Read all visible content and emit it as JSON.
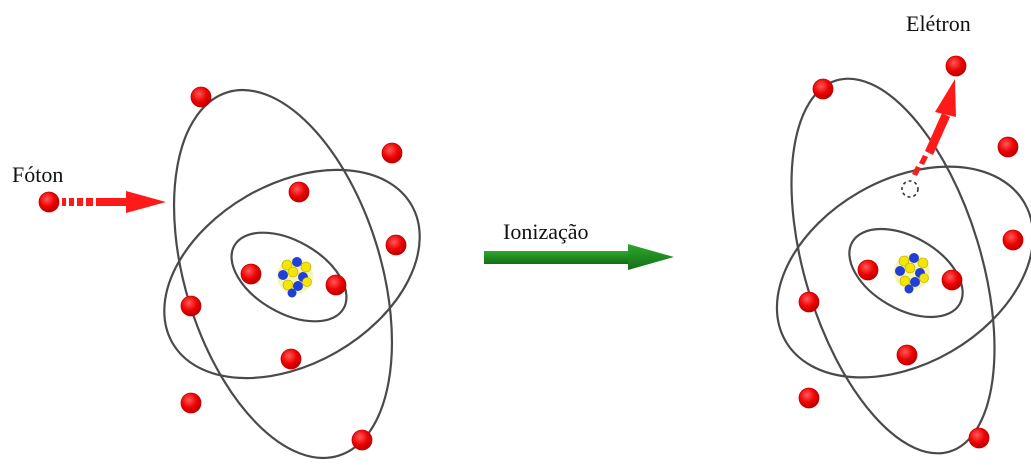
{
  "labels": {
    "photon": "Fóton",
    "ionization": "Ionização",
    "electron": "Elétron"
  },
  "colors": {
    "electron": "#ff0000",
    "photon_arrow": "#ff1a1a",
    "process_arrow": "#1e8a1e",
    "orbit": "#4a4a4a",
    "proton": "#f2e600",
    "neutron": "#1f3fd6"
  }
}
